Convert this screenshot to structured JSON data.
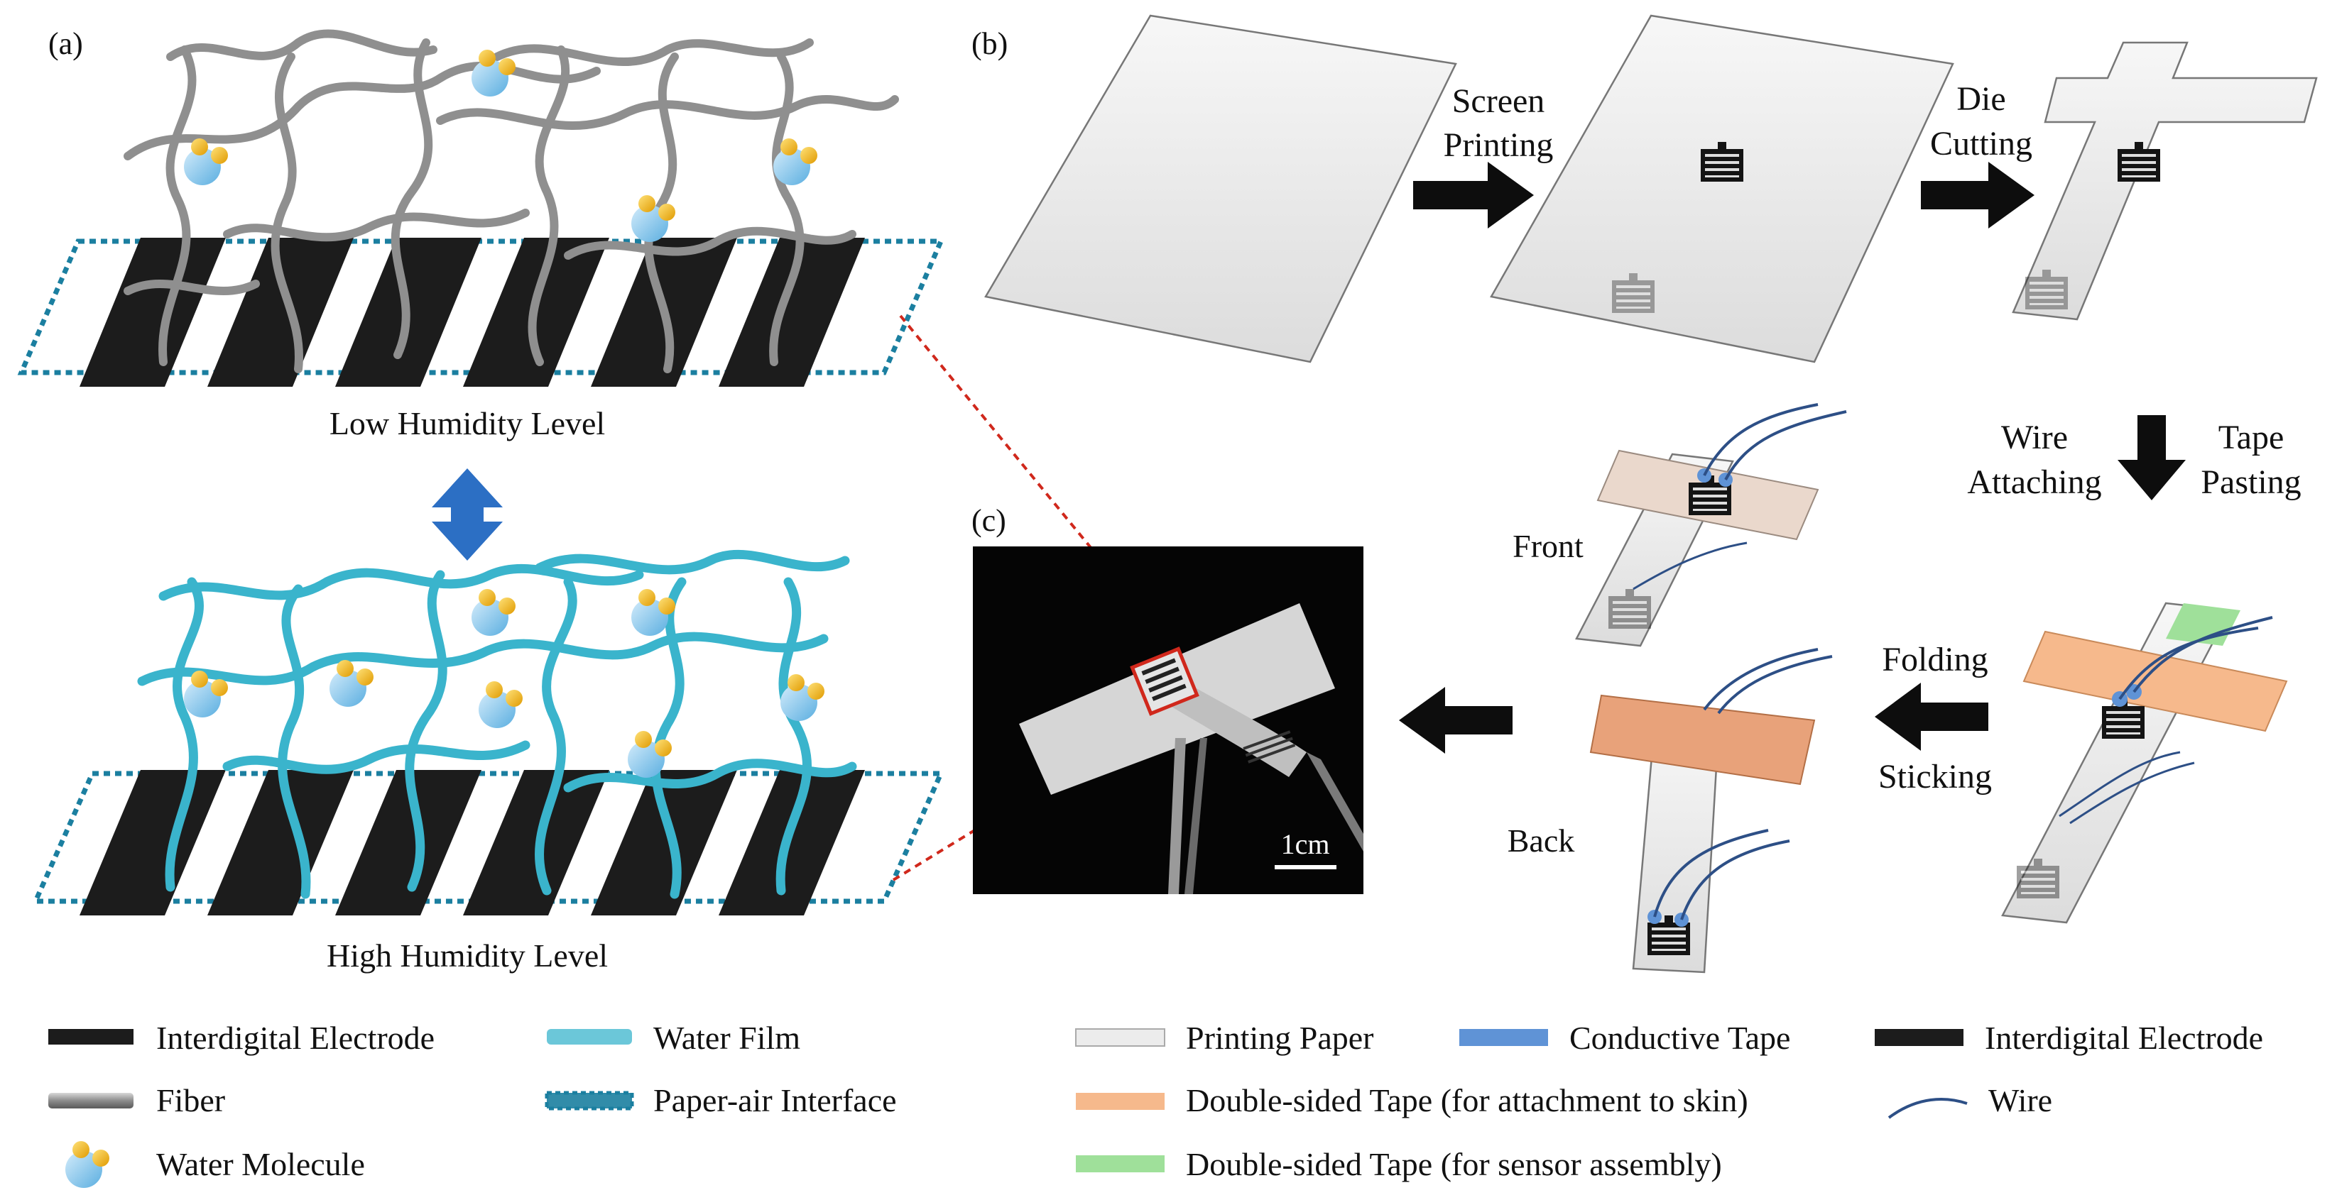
{
  "panels": {
    "a": {
      "label": "(a)",
      "low_caption": "Low Humidity Level",
      "high_caption": "High Humidity Level"
    },
    "b": {
      "label": "(b)",
      "step1": [
        "Screen",
        "Printing"
      ],
      "step2": [
        "Die",
        "Cutting"
      ],
      "step3_left": [
        "Wire",
        "Attaching"
      ],
      "step3_right": [
        "Tape",
        "Pasting"
      ],
      "step4": [
        "Folding",
        "Sticking"
      ],
      "front": "Front",
      "back": "Back"
    },
    "c": {
      "label": "(c)",
      "scale_bar": "1cm"
    }
  },
  "legend_left": [
    {
      "icon": "interdigital-electrode-swatch",
      "text": "Interdigital Electrode"
    },
    {
      "icon": "water-film-swatch",
      "text": "Water Film"
    },
    {
      "icon": "fiber-swatch",
      "text": "Fiber"
    },
    {
      "icon": "paper-air-interface-swatch",
      "text": "Paper-air Interface"
    },
    {
      "icon": "water-molecule-icon",
      "text": "Water Molecule"
    }
  ],
  "legend_right": [
    {
      "icon": "printing-paper-swatch",
      "text": "Printing Paper"
    },
    {
      "icon": "conductive-tape-swatch",
      "text": "Conductive Tape"
    },
    {
      "icon": "interdigital-electrode-swatch",
      "text": "Interdigital Electrode"
    },
    {
      "icon": "skin-tape-swatch",
      "text": "Double-sided Tape (for attachment to skin)"
    },
    {
      "icon": "wire-swatch",
      "text": "Wire"
    },
    {
      "icon": "assembly-tape-swatch",
      "text": "Double-sided Tape (for sensor assembly)"
    }
  ],
  "colors": {
    "electrode": "#1c1c1c",
    "fiber": "#9a9a9a",
    "water_film": "#3ab4cc",
    "interface": "#1b7fa0",
    "molecule_o": "#7cc6ee",
    "molecule_h": "#f2b41c",
    "paper": "#ececec",
    "conductive_tape": "#5f93d6",
    "skin_tape": "#f6b98c",
    "assembly_tape": "#9fe09a",
    "wire": "#2d4f86",
    "arrow": "#0d0d0d",
    "humidity_arrow": "#2c6fc4",
    "highlight": "#d0281c"
  }
}
